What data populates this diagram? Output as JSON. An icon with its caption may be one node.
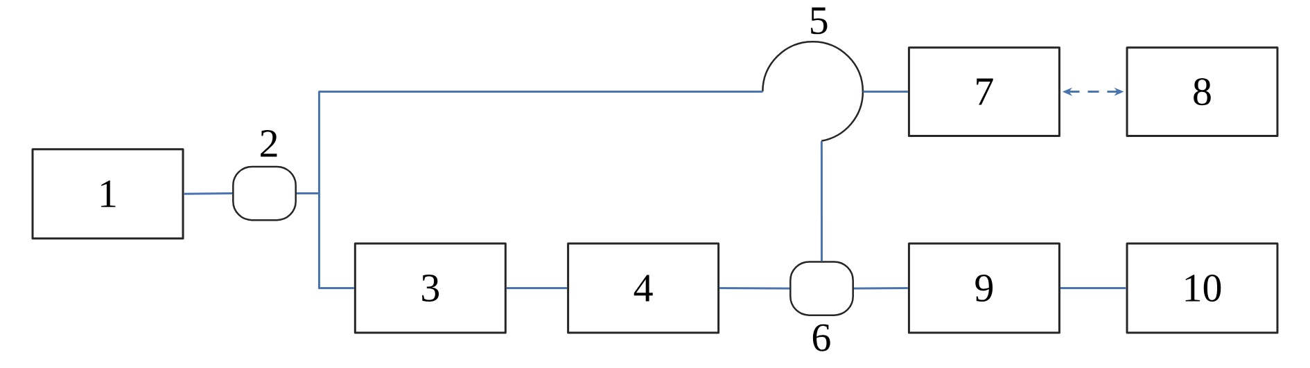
{
  "diagram": {
    "nodes": [
      {
        "text": [
          "1"
        ]
      },
      {
        "text": [
          "2"
        ]
      },
      {
        "text": [
          "3"
        ]
      },
      {
        "text": [
          "4"
        ]
      },
      {
        "text": [
          "5"
        ]
      },
      {
        "text": [
          "6"
        ]
      },
      {
        "text": [
          "7"
        ]
      },
      {
        "text": [
          "8"
        ]
      },
      {
        "text": [
          "9"
        ]
      },
      {
        "text": [
          "10"
        ]
      }
    ],
    "edges": [
      {
        "from": 0,
        "to": 1,
        "arrow": "none"
      },
      {
        "from": 1,
        "to": 4,
        "arrow": "none"
      },
      {
        "from": 1,
        "to": 2,
        "arrow": "none"
      },
      {
        "from": 4,
        "to": 6,
        "arrow": "none"
      },
      {
        "from": 4,
        "to": 5,
        "arrow": "none"
      },
      {
        "from": 2,
        "to": 3,
        "arrow": "none"
      },
      {
        "from": 3,
        "to": 5,
        "arrow": "none"
      },
      {
        "from": 5,
        "to": 8,
        "arrow": "none"
      },
      {
        "from": 8,
        "to": 9,
        "arrow": "none"
      },
      {
        "from": 6,
        "to": 7,
        "arrow": "both",
        "style": "dashed"
      }
    ]
  }
}
